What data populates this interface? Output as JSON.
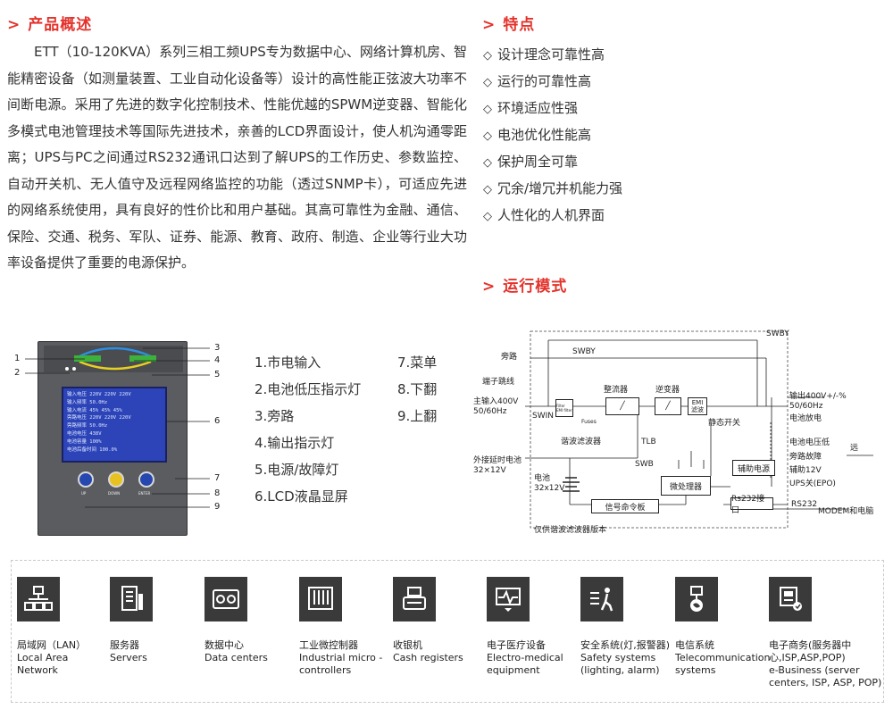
{
  "overview": {
    "title": "产品概述",
    "text": "ETT（10-120KVA）系列三相工频UPS专为数据中心、网络计算机房、智能精密设备（如测量装置、工业自动化设备等）设计的高性能正弦波大功率不间断电源。采用了先进的数字化控制技术、性能优越的SPWM逆变器、智能化多模式电池管理技术等国际先进技术，亲善的LCD界面设计，使人机沟通零距离；UPS与PC之间通过RS232通讯口达到了解UPS的工作历史、参数监控、自动开关机、无人值守及远程网络监控的功能（透过SNMP卡），可适应先进的网络系统使用，具有良好的性价比和用户基础。其高可靠性为金融、通信、保险、交通、税务、军队、证券、能源、教育、政府、制造、企业等行业大功率设备提供了重要的电源保护。"
  },
  "features": {
    "title": "特点",
    "items": [
      "设计理念可靠性高",
      "运行的可靠性高",
      "环境适应性强",
      "电池优化性能高",
      "保护周全可靠",
      "冗余/增冗并机能力强",
      "人性化的人机界面"
    ]
  },
  "mode": {
    "title": "运行模式"
  },
  "panel": {
    "callouts": [
      "1",
      "2",
      "3",
      "4",
      "5",
      "6",
      "7",
      "8",
      "9"
    ],
    "lcd_lines": [
      "输入电压  220V 220V 220V",
      "输入频率  50.0Hz",
      "输入电流  45%  45%  45%",
      "旁路电压  220V 220V 220V",
      "旁路频率  50.0Hz",
      "电池电压  438V",
      "电池容量  100%",
      "电池后备时间  100.0%"
    ],
    "buttons": [
      "UP",
      "DOWN",
      "ENTER"
    ]
  },
  "legend": {
    "col1": [
      "1.市电输入",
      "2.电池低压指示灯",
      "3.旁路",
      "4.输出指示灯",
      "5.电源/故障灯",
      "6.LCD液晶显屏"
    ],
    "col2": [
      "7.菜单",
      "8.下翻",
      "9.上翻"
    ]
  },
  "diagram": {
    "swby_top": "SWBY",
    "swby": "SWBY",
    "bypass": "旁路",
    "terminal": "端子跳线",
    "main_input": "主输入400V",
    "main_freq": "50/60Hz",
    "swin": "SWIN",
    "filter": "Filter EMI filter",
    "fuses": "Fuses",
    "rectifier": "整流器",
    "inverter": "逆变器",
    "emi": "EMI",
    "emi_sub": "滤波",
    "static_switch": "静态开关",
    "harmonic_filter": "谐波滤波器",
    "tlb": "TLB",
    "output": "输出400V+/-%",
    "output_freq": "50/60Hz",
    "battery_discharge": "电池放电",
    "ext_battery": "外接延时电池",
    "ext_battery_spec": "32×12V",
    "swb": "SWB",
    "battery": "电池",
    "battery_spec": "32x12V",
    "micro": "微处理器",
    "aux_power": "辅助电源",
    "signal": "信号命令板",
    "rs232_port": "Rs232接口",
    "rs232": "RS232",
    "modem": "MODEM和电脑",
    "status": [
      "电池电压低",
      "旁路故障",
      "辅助12V",
      "UPS关(EPO)"
    ],
    "remote": "远",
    "note": "仅供谐波滤波器版本"
  },
  "applications": [
    {
      "icon": "lan-icon",
      "zh": "局域网（LAN）",
      "en": "Local Area Network"
    },
    {
      "icon": "server-icon",
      "zh": "服务器",
      "en": "Servers"
    },
    {
      "icon": "data-center-icon",
      "zh": "数据中心",
      "en": "Data centers"
    },
    {
      "icon": "industrial-controller-icon",
      "zh": "工业微控制器",
      "en": "Industrial micro -controllers"
    },
    {
      "icon": "cash-register-icon",
      "zh": "收银机",
      "en": "Cash registers"
    },
    {
      "icon": "medical-equipment-icon",
      "zh": "电子医疗设备",
      "en": "Electro-medical equipment"
    },
    {
      "icon": "safety-system-icon",
      "zh": "安全系统(灯,报警器)",
      "en": "Safety systems (lighting, alarm)"
    },
    {
      "icon": "telecom-icon",
      "zh": "电信系统",
      "en": "Telecommunication systems"
    },
    {
      "icon": "ebusiness-icon",
      "zh": "电子商务(服务器中心,ISP,ASP,POP)",
      "en": "e-Business (server centers, ISP, ASP, POP)"
    }
  ]
}
